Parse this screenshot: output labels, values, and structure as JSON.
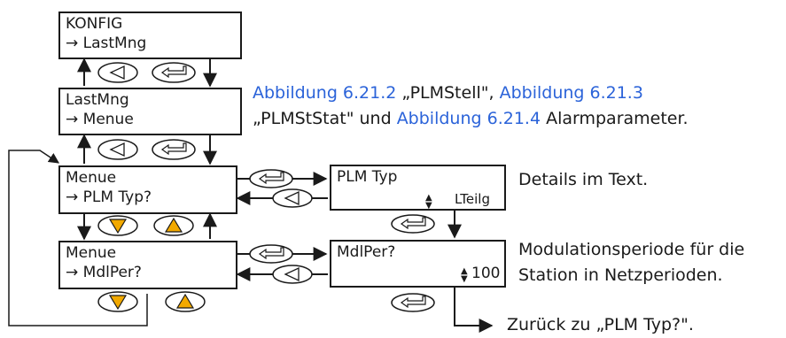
{
  "boxes": {
    "konfig": {
      "line1": "KONFIG",
      "line2": "→ LastMng"
    },
    "lastmng": {
      "line1": "LastMng",
      "line2": "→ Menue"
    },
    "menue_plm": {
      "line1": "Menue",
      "line2": "→ PLM Typ?"
    },
    "menue_mdl": {
      "line1": "Menue",
      "line2": "→ MdlPer?"
    },
    "plm_typ": {
      "line1": "PLM Typ",
      "value": "LTeilg"
    },
    "mdlper": {
      "line1": "MdlPer?",
      "value": "100"
    }
  },
  "notes": {
    "ref_link1": "Abbildung 6.21.2",
    "ref_text1": " „PLMStell\", ",
    "ref_link2": "Abbildung 6.21.3",
    "ref_text2": "„PLMStStat\" und ",
    "ref_link3": "Abbildung 6.21.4",
    "ref_text3": " Alarmparameter.",
    "details": "Details im Text.",
    "modulation_line1": "Modulationsperiode für die",
    "modulation_line2": "Station in Netzperioden.",
    "back": "Zurück zu „PLM Typ?\"."
  },
  "colors": {
    "link": "#2b63d9",
    "button_fill": "#f2a900",
    "line": "#1a1a1a"
  },
  "icons": {
    "back_button": "triangle-left-icon",
    "enter_button": "enter-arrow-icon",
    "down_button": "triangle-down-icon",
    "up_button": "triangle-up-icon",
    "updown_indicator": "up-down-arrows-icon"
  }
}
